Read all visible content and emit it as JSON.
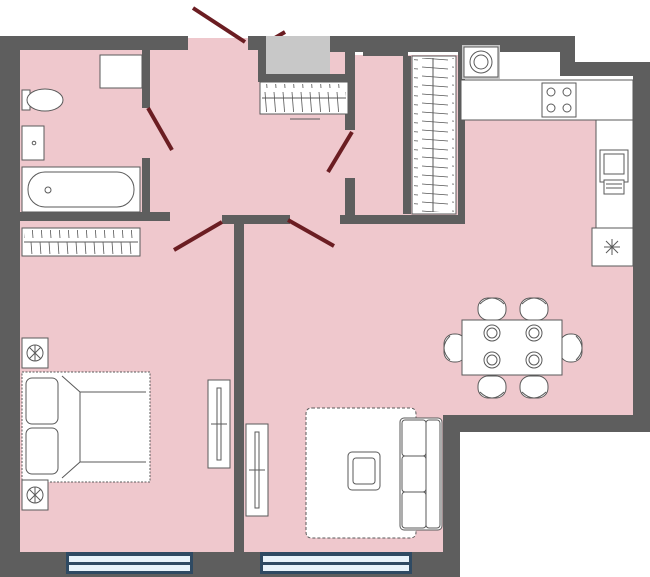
{
  "colors": {
    "floor": "#efc8cd",
    "wall": "#5e5e5e",
    "door_leaf": "#6b1d22",
    "furniture_fill": "#ffffff",
    "furniture_stroke": "#5a5a5a",
    "window_frame": "#2f4a63",
    "window_glass": "#e8f3fb"
  },
  "rooms": [
    {
      "id": "bathroom",
      "fixtures": [
        "toilet-icon",
        "sink-icon",
        "bathtub-icon",
        "washing-machine-icon"
      ]
    },
    {
      "id": "hall",
      "fixtures": [
        "wardrobe-icon"
      ]
    },
    {
      "id": "closet",
      "fixtures": [
        "wardrobe-icon"
      ]
    },
    {
      "id": "bedroom",
      "fixtures": [
        "double-bed-icon",
        "nightstand-lamp-icon",
        "wardrobe-icon",
        "tv-stand-icon"
      ]
    },
    {
      "id": "kitchen-living",
      "fixtures": [
        "stove-icon",
        "kitchen-sink-icon",
        "fridge-icon",
        "dining-table-icon",
        "chair-icon",
        "sofa-icon",
        "rug-icon",
        "coffee-table-icon",
        "tv-stand-icon"
      ]
    }
  ]
}
